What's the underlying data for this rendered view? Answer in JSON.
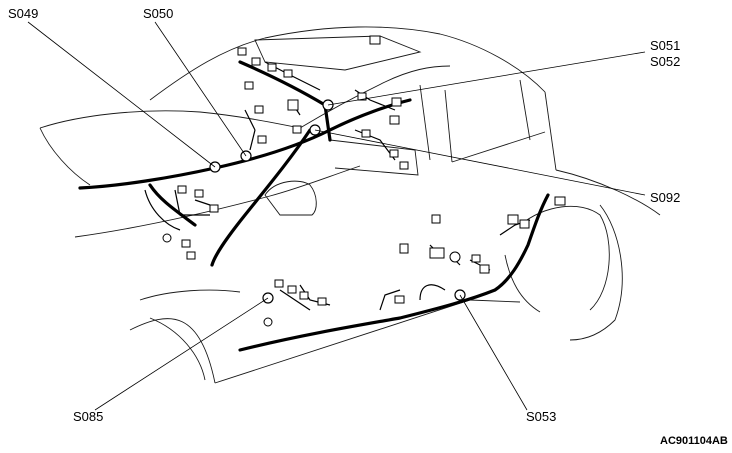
{
  "splice_labels": {
    "s049": "S049",
    "s050": "S050",
    "s051": "S051",
    "s052": "S052",
    "s092": "S092",
    "s085": "S085",
    "s053": "S053"
  },
  "figure_code": "AC901104AB"
}
